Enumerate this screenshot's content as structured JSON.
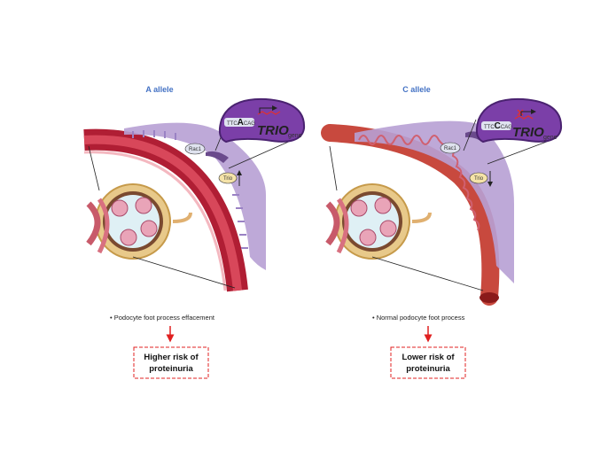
{
  "panels": [
    {
      "title": "A allele",
      "rac1": "Rac1",
      "trio": "Trio",
      "sequence_left": "TTC",
      "allele_letter": "A",
      "sequence_right": "CAG",
      "gene": "TRIO",
      "gene_suffix": "gene",
      "bullet": "Podocyte foot process effacement",
      "result_line1": "Higher risk of",
      "result_line2": "proteinuria",
      "trio_direction": "up"
    },
    {
      "title": "C allele",
      "rac1": "Rac1",
      "trio": "Trio",
      "sequence_left": "TTC",
      "allele_letter": "C",
      "sequence_right": "CAG",
      "gene": "TRIO",
      "gene_suffix": "gene",
      "bullet": "Normal podocyte foot process",
      "result_line1": "Lower risk of",
      "result_line2": "proteinuria",
      "trio_direction": "down"
    }
  ],
  "colors": {
    "title": "#4472c4",
    "arrow": "#e02020",
    "cell": "#b7a0d4",
    "bubble": "#7b3fa8",
    "vessel": "#c8283c"
  }
}
